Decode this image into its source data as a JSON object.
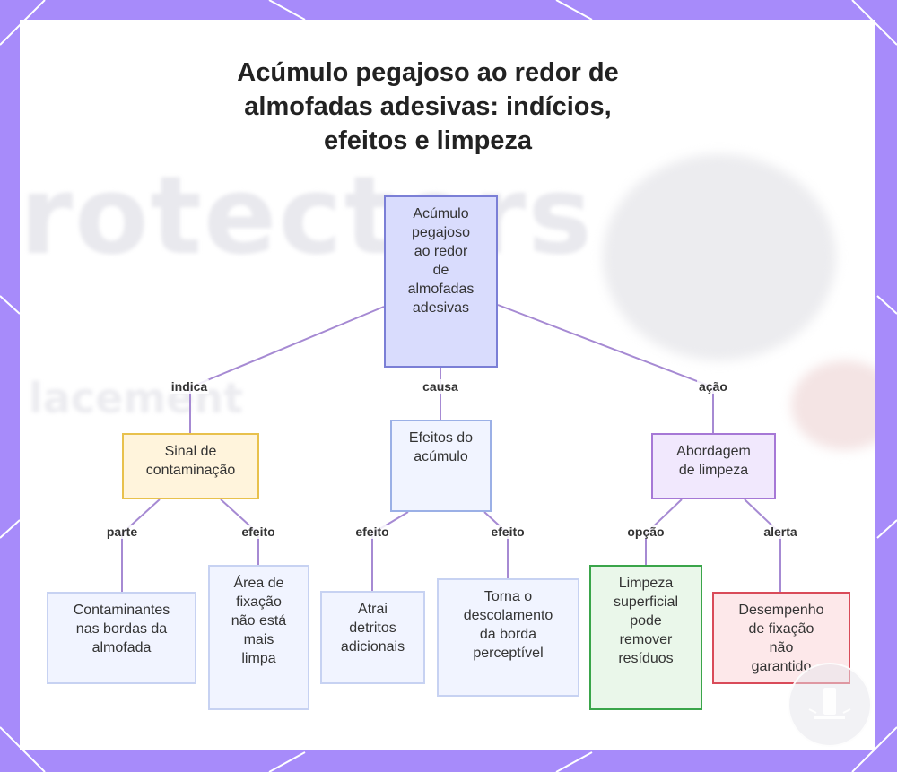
{
  "title": "Acúmulo pegajoso ao redor de almofadas adesivas: indícios, efeitos e limpeza",
  "title_lines": [
    "Acúmulo pegajoso ao redor de",
    "almofadas adesivas: indícios,",
    "efeitos e limpeza"
  ],
  "background_text": {
    "large": "rotectors",
    "small": "lacement"
  },
  "colors": {
    "frame": "#a78bfa",
    "root_fill": "#d9dcfd",
    "root_border": "#7b7fd6",
    "yellow_fill": "#fff4dc",
    "yellow_border": "#e8c14d",
    "blue_fill": "#f1f4ff",
    "blue_border": "#9bb0e6",
    "purple_fill": "#f1e8fd",
    "purple_border": "#a678d6",
    "green_fill": "#eaf7ea",
    "green_border": "#3aa54a",
    "red_fill": "#fde8ea",
    "red_border": "#d94b59",
    "edge": "#a68ad3"
  },
  "nodes": {
    "root": {
      "lines": [
        "Acúmulo",
        "pegajoso",
        "ao redor",
        "de",
        "almofadas",
        "adesivas"
      ]
    },
    "sinal": {
      "lines": [
        "Sinal de",
        "contaminação"
      ]
    },
    "efeitos": {
      "lines": [
        "Efeitos do",
        "acúmulo"
      ]
    },
    "abordagem": {
      "lines": [
        "Abordagem",
        "de limpeza"
      ]
    },
    "contaminantes": {
      "lines": [
        "Contaminantes",
        "nas bordas da",
        "almofada"
      ]
    },
    "area": {
      "lines": [
        "Área de",
        "fixação",
        "não está",
        "mais",
        "limpa"
      ]
    },
    "atrai": {
      "lines": [
        "Atrai",
        "detritos",
        "adicionais"
      ]
    },
    "torna": {
      "lines": [
        "Torna o",
        "descolamento",
        "da borda",
        "perceptível"
      ]
    },
    "limpeza": {
      "lines": [
        "Limpeza",
        "superficial",
        "pode",
        "remover",
        "resíduos"
      ]
    },
    "desempenho": {
      "lines": [
        "Desempenho",
        "de fixação",
        "não",
        "garantido"
      ]
    }
  },
  "edges": {
    "indica": "indica",
    "causa": "causa",
    "acao": "ação",
    "parte": "parte",
    "efeito1": "efeito",
    "efeito2": "efeito",
    "efeito3": "efeito",
    "opcao": "opção",
    "alerta": "alerta"
  }
}
